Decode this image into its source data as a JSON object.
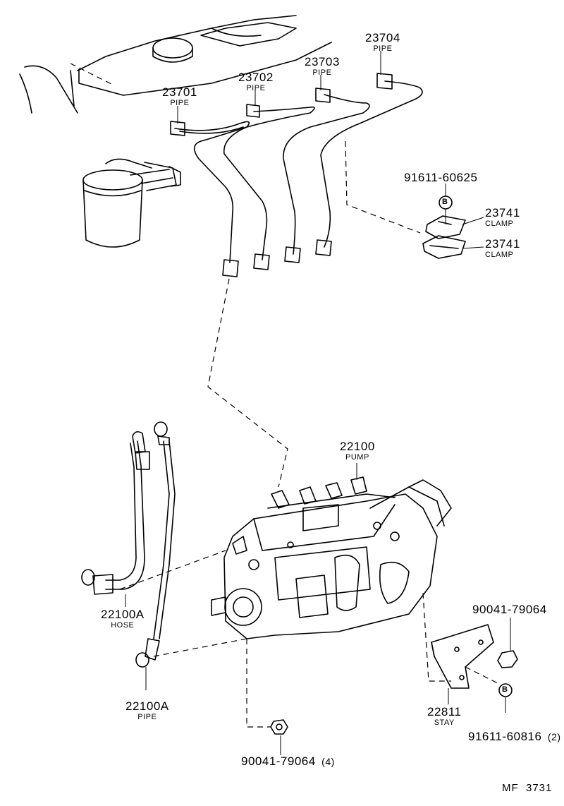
{
  "parts": {
    "pipe_23701": {
      "number": "23701",
      "name": "PIPE"
    },
    "pipe_23702": {
      "number": "23702",
      "name": "PIPE"
    },
    "pipe_23703": {
      "number": "23703",
      "name": "PIPE"
    },
    "pipe_23704": {
      "number": "23704",
      "name": "PIPE"
    },
    "bolt_91611_60625": {
      "number": "91611-60625",
      "marker": "B"
    },
    "clamp_upper": {
      "number": "23741",
      "name": "CLAMP"
    },
    "clamp_lower": {
      "number": "23741",
      "name": "CLAMP"
    },
    "pump_22100": {
      "number": "22100",
      "name": "PUMP"
    },
    "hose_22100A": {
      "number": "22100A",
      "name": "HOSE"
    },
    "pipe_22100A": {
      "number": "22100A",
      "name": "PIPE"
    },
    "nut_90041_79064_top": {
      "number": "90041-79064"
    },
    "stay_22811": {
      "number": "22811",
      "name": "STAY"
    },
    "bolt_91611_60816": {
      "number": "91611-60816",
      "qty": "(2)",
      "marker": "B"
    },
    "nut_90041_79064_bottom": {
      "number": "90041-79064",
      "qty": "(4)"
    }
  },
  "figure_code": "MF  3731"
}
